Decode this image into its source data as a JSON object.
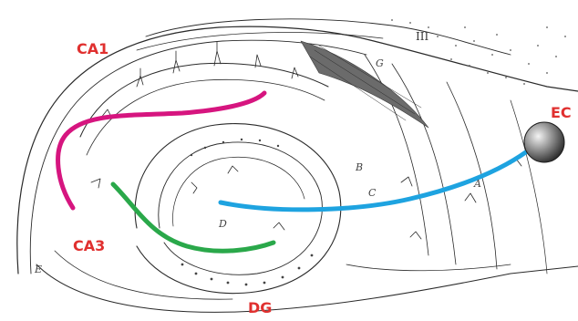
{
  "labels": {
    "ca1": "CA1",
    "ca3": "CA3",
    "dg": "DG",
    "ec": "EC"
  },
  "sketch_letters": {
    "roman_numeral": "III",
    "g": "G",
    "b": "B",
    "c": "C",
    "d": "D",
    "a": "A",
    "e": "E"
  },
  "colors": {
    "label": "#e0302f",
    "pathway_ca1": "#d6157f",
    "pathway_ca3": "#2aa84a",
    "pathway_dg": "#1ea3e0",
    "ink": "#2a2a2a",
    "background": "#ffffff"
  },
  "nodes": [
    {
      "name": "entorhinal-cortex-node",
      "shape": "sphere"
    }
  ]
}
